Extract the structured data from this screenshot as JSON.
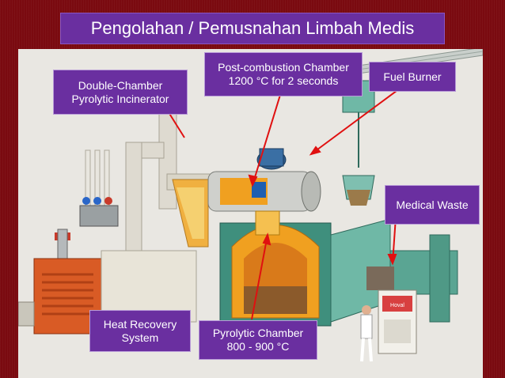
{
  "title": "Pengolahan / Pemusnahan Limbah Medis",
  "labels": {
    "incinerator": [
      "Double-Chamber",
      "Pyrolytic Incinerator"
    ],
    "post_combustion": [
      "Post-combustion Chamber",
      "1200 °C for 2 seconds"
    ],
    "fuel_burner": [
      "Fuel Burner"
    ],
    "medical_waste": [
      "Medical Waste"
    ],
    "heat_recovery": [
      "Heat Recovery",
      "System"
    ],
    "pyrolytic": [
      "Pyrolytic Chamber",
      "800 - 900 °C"
    ]
  },
  "panel_brand": "Hoval",
  "colors": {
    "title_bg": "#6a2fa0",
    "slide_bg": "#7a0a10",
    "arrow": "#e01010",
    "machine": "#3f8f7d",
    "pipe": "#d8d4c4",
    "boiler": "#d95b25",
    "flame": "#f0a020"
  }
}
